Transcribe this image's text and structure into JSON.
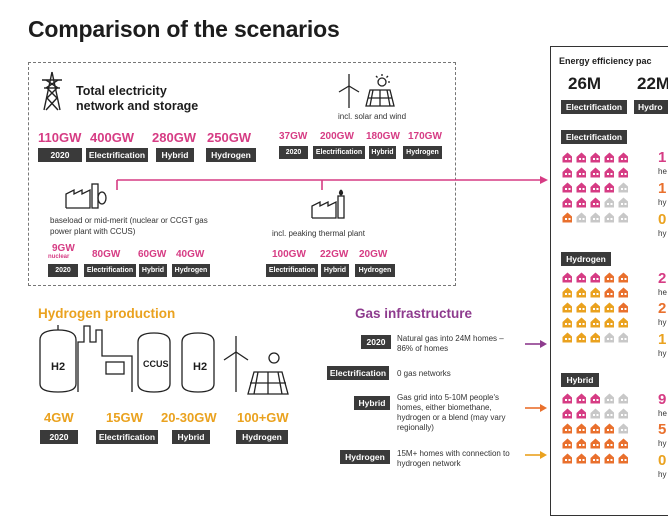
{
  "title": "Comparison of the scenarios",
  "network": {
    "heading_line1": "Total electricity",
    "heading_line2": "network and storage",
    "solar_wind_label": "incl. solar and wind",
    "main_values": [
      "110GW",
      "400GW",
      "280GW",
      "250GW"
    ],
    "main_tags": [
      "2020",
      "Electrification",
      "Hybrid",
      "Hydrogen"
    ],
    "solar_values": [
      "37GW",
      "200GW",
      "180GW",
      "170GW"
    ],
    "solar_tags": [
      "2020",
      "Electrification",
      "Hybrid",
      "Hydrogen"
    ],
    "baseload_label": "baseload or mid-merit (nuclear or CCGT gas power plant with CCUS)",
    "baseload_values": [
      "9GW",
      "80GW",
      "60GW",
      "40GW"
    ],
    "baseload_sub": "nuclear",
    "baseload_tags": [
      "2020",
      "Electrification",
      "Hybrid",
      "Hydrogen"
    ],
    "peaking_label": "incl. peaking thermal plant",
    "peaking_values": [
      "100GW",
      "22GW",
      "20GW"
    ],
    "peaking_tags": [
      "Electrification",
      "Hybrid",
      "Hydrogen"
    ]
  },
  "hydrogen": {
    "heading": "Hydrogen production",
    "tank1_label": "H2",
    "ccus_label": "CCUS",
    "tank2_label": "H2",
    "values": [
      "4GW",
      "15GW",
      "20-30GW",
      "100+GW"
    ],
    "tags": [
      "2020",
      "Electrification",
      "Hybrid",
      "Hydrogen"
    ]
  },
  "gas": {
    "heading": "Gas infrastructure",
    "rows": [
      {
        "tag": "2020",
        "text": "Natural gas into 24M homes – 86% of homes"
      },
      {
        "tag": "Electrification",
        "text": "0 gas networks"
      },
      {
        "tag": "Hybrid",
        "text": "Gas grid into 5-10M people's homes, either biomethane, hydrogen or a blend (may vary regionally)"
      },
      {
        "tag": "Hydrogen",
        "text": "15M+ homes with connection to hydrogen network"
      }
    ]
  },
  "efficiency": {
    "heading": "Energy efficiency pac",
    "big_values": [
      "26M",
      "22M"
    ],
    "big_tags": [
      "Electrification",
      "Hydro"
    ],
    "sections": [
      {
        "tag": "Electrification",
        "numbers": [
          "1",
          "1",
          "0"
        ],
        "subs": [
          "he",
          "hy",
          "hy"
        ]
      },
      {
        "tag": "Hydrogen",
        "numbers": [
          "2",
          "2",
          "1"
        ],
        "subs": [
          "he",
          "hy",
          "hy"
        ]
      },
      {
        "tag": "Hybrid",
        "numbers": [
          "9",
          "5",
          "0"
        ],
        "subs": [
          "he",
          "hy",
          "hy"
        ]
      }
    ]
  },
  "colors": {
    "pink": "#d63c84",
    "orange": "#eaa21f",
    "purple": "#8e3b8e",
    "dark": "#3a3a3a"
  }
}
